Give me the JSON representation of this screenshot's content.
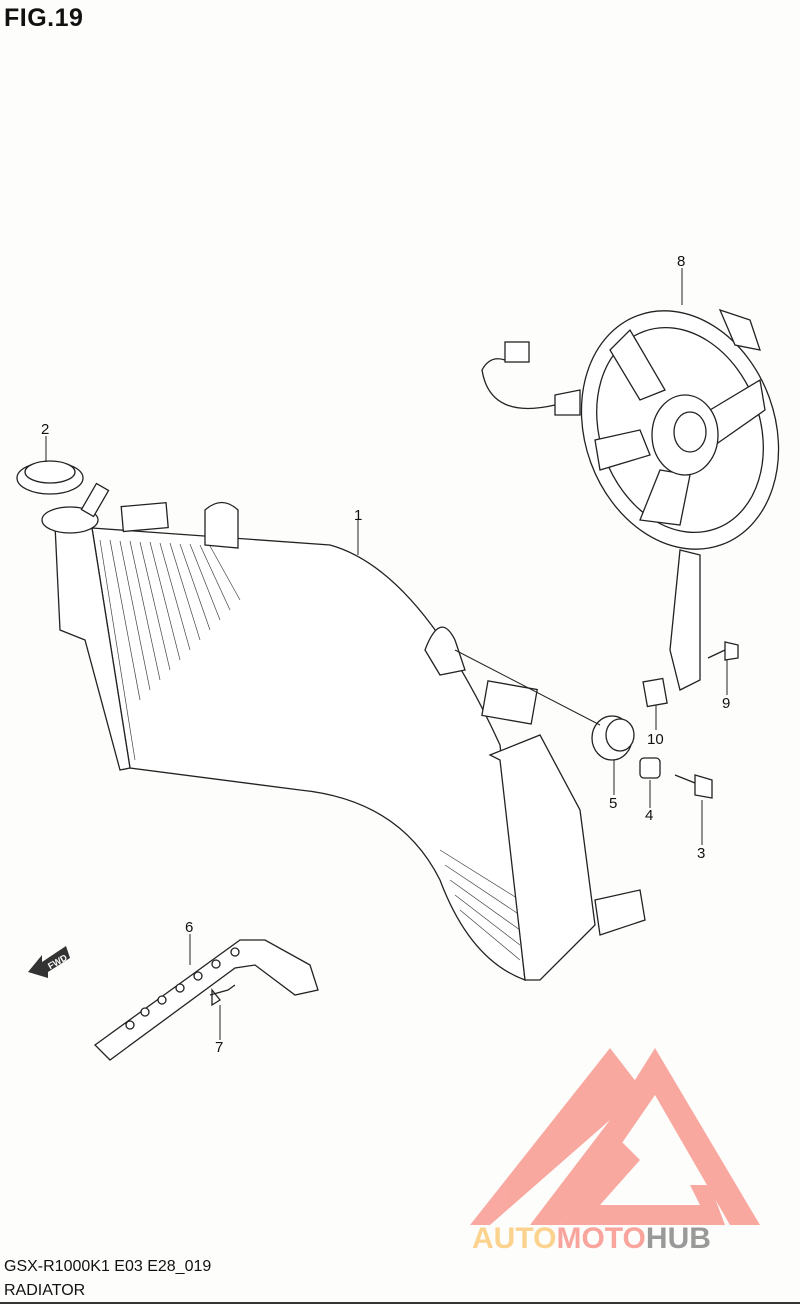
{
  "figure_title": "FIG.19",
  "caption": {
    "model_code": "GSX-R1000K1 E03 E28_019",
    "section": "RADIATOR"
  },
  "direction_marker": "FWD",
  "callouts": [
    "1",
    "2",
    "3",
    "4",
    "5",
    "6",
    "7",
    "8",
    "9",
    "10"
  ],
  "watermark": {
    "part1": "AUTO",
    "part2": "MOTO",
    "part3": "HUB"
  },
  "colors": {
    "line": "#222222",
    "logo_red": "#f9a49c",
    "logo_orange": "#fcd28f",
    "logo_gray": "#999999"
  }
}
